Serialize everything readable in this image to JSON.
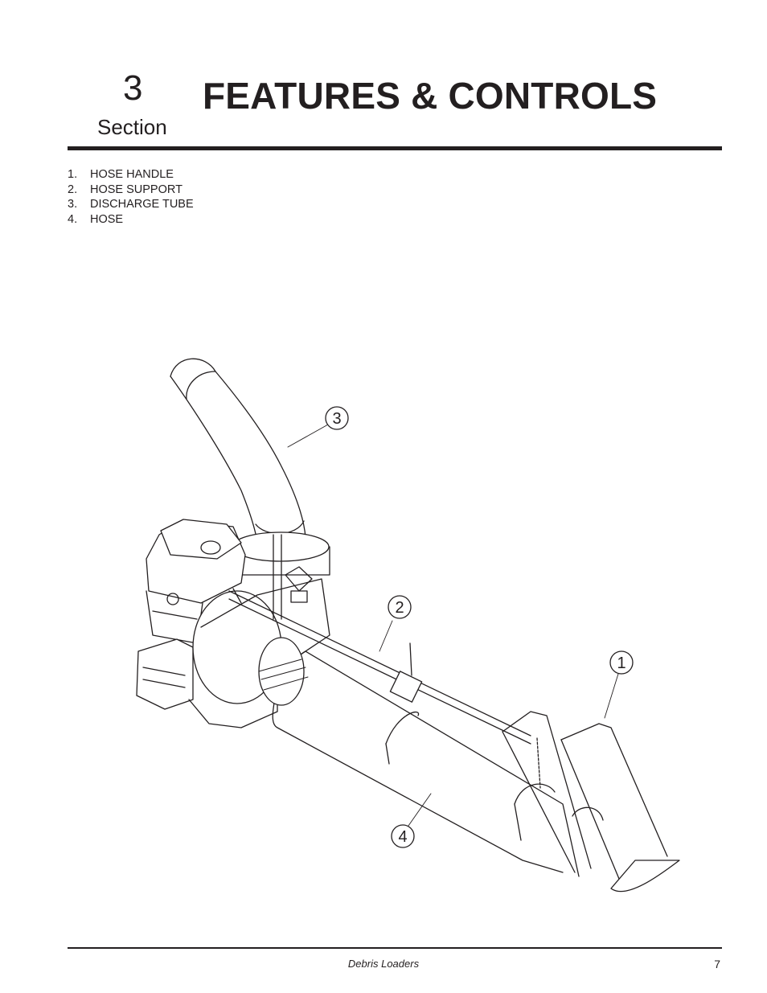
{
  "header": {
    "section_number": "3",
    "section_word": "Section",
    "title": "FEATURES & CONTROLS"
  },
  "parts_list": [
    {
      "num": "1.",
      "label": "HOSE HANDLE"
    },
    {
      "num": "2.",
      "label": "HOSE SUPPORT"
    },
    {
      "num": "3.",
      "label": "DISCHARGE TUBE"
    },
    {
      "num": "4.",
      "label": "HOSE"
    }
  ],
  "figure": {
    "callouts": [
      "1",
      "2",
      "3",
      "4"
    ]
  },
  "footer": {
    "doc_title": "Debris Loaders",
    "page_number": "7"
  }
}
